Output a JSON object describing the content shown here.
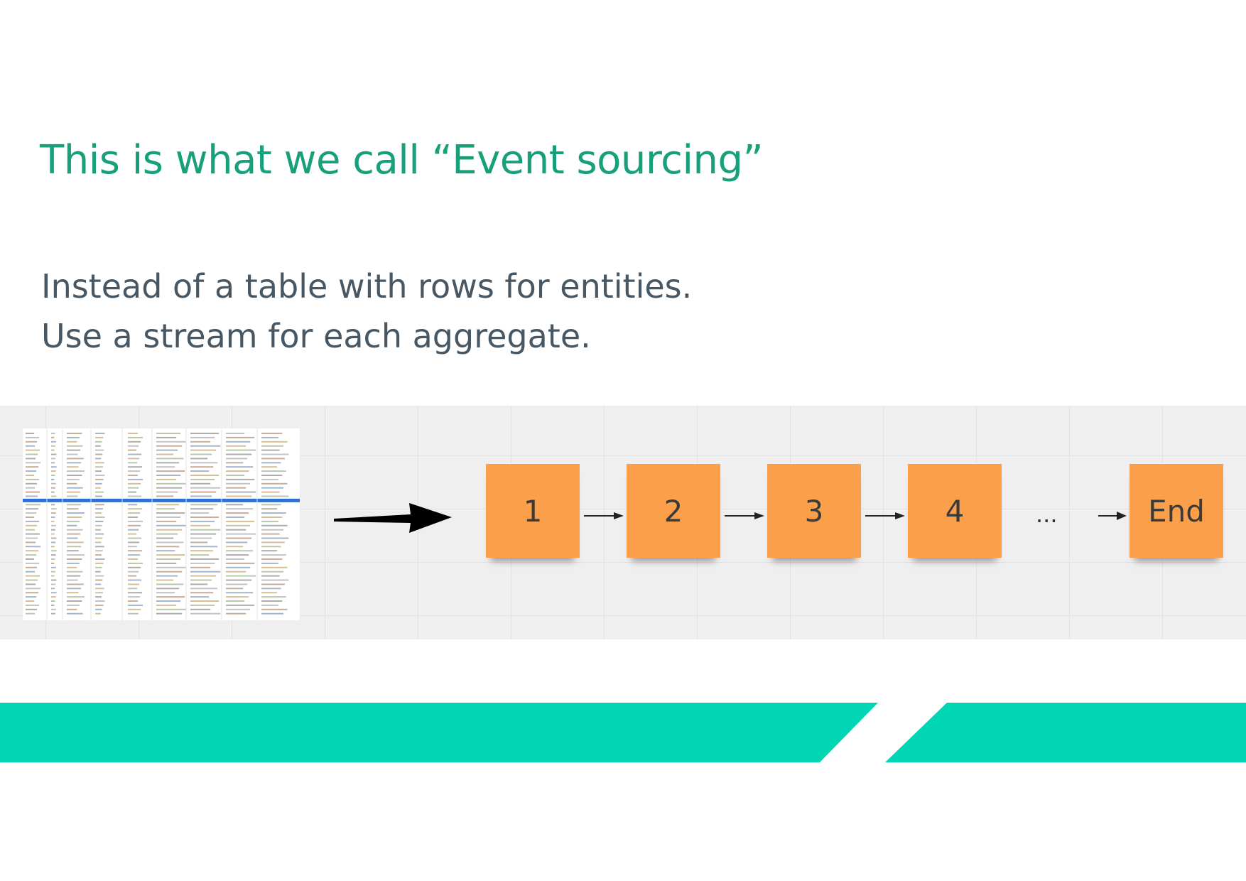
{
  "slide": {
    "title": "This is what we call “Event sourcing”",
    "body_lines": [
      "Instead of a table with rows for entities.",
      "Use a stream for each aggregate."
    ]
  },
  "diagram": {
    "source_icon": "spreadsheet-table-icon",
    "arrow_icon": "arrow-right-icon",
    "events": [
      {
        "label": "1"
      },
      {
        "label": "2"
      },
      {
        "label": "3"
      },
      {
        "label": "4"
      }
    ],
    "ellipsis": "...",
    "end_label": "End"
  },
  "colors": {
    "title": "#17a07a",
    "body_text": "#475763",
    "sticky_note": "#fb9f4a",
    "accent_bar": "#00d6b4",
    "highlight_row": "#2f6fd1"
  }
}
